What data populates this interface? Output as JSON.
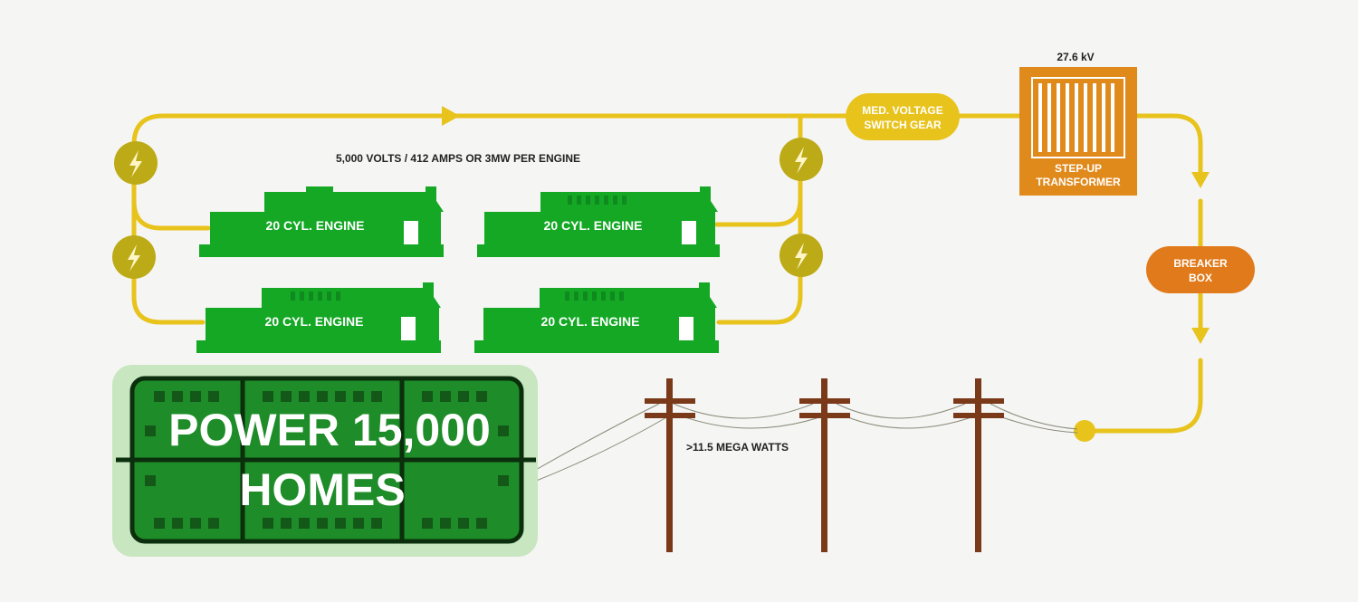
{
  "engines": [
    {
      "label": "20 CYL. ENGINE"
    },
    {
      "label": "20 CYL. ENGINE"
    },
    {
      "label": "20 CYL. ENGINE"
    },
    {
      "label": "20 CYL. ENGINE"
    }
  ],
  "labels": {
    "engine_output": "5,000 VOLTS / 412 AMPS OR 3MW PER ENGINE",
    "voltage": "27.6 kV",
    "total_output": ">11.5 MEGA WATTS"
  },
  "switchgear": {
    "line1": "MED. VOLTAGE",
    "line2": "SWITCH GEAR"
  },
  "transformer": {
    "line1": "STEP-UP",
    "line2": "TRANSFORMER"
  },
  "breaker": {
    "line1": "BREAKER",
    "line2": "BOX"
  },
  "homes": {
    "line1": "POWER 15,000",
    "line2": "HOMES"
  },
  "colors": {
    "line": "#e8c31c",
    "generator": "#bcaa16",
    "engine": "#14a825",
    "switchgear": "#e8c31c",
    "transformer": "#e08a1c",
    "breaker": "#e07a1a",
    "homes_fill": "#1e8c28",
    "homes_border": "#c8e6c0",
    "pole": "#7a3a1a"
  },
  "icons": {
    "generator": "lightning-bolt-icon"
  }
}
